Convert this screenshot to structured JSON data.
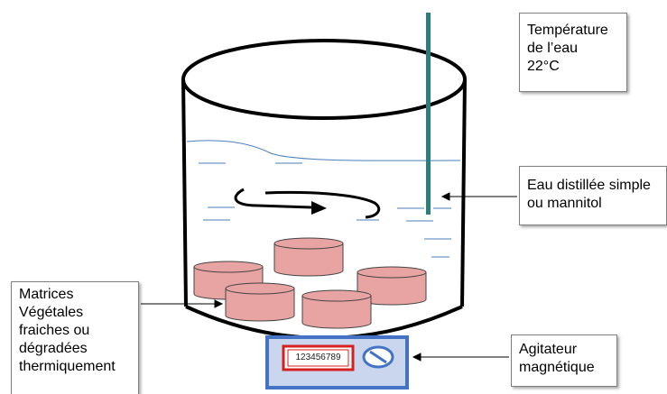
{
  "labels": {
    "temperature": [
      "Température",
      "de l’eau",
      "22°C"
    ],
    "water": [
      "Eau distillée simple",
      "ou mannitol"
    ],
    "stirrer": [
      "Agitateur",
      "magnétique"
    ],
    "samples": [
      "Matrices",
      "Végétales",
      "fraiches ou",
      "dégradées",
      "thermiquement"
    ]
  },
  "stirrer_display": "123456789",
  "colors": {
    "sample_fill": "#e8a3a3",
    "thermometer": "#2e7d7d",
    "stirrer_body": "#4472c4",
    "stirrer_display_border": "#d62020",
    "water_line": "#4a7ebb"
  }
}
